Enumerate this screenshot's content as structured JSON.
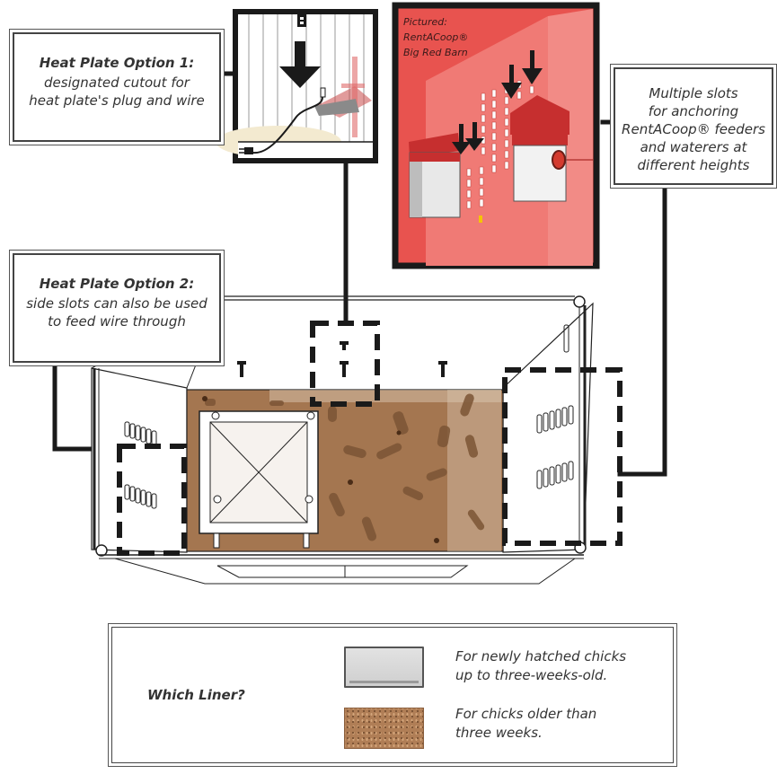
{
  "callouts": {
    "option1": {
      "title": "Heat Plate Option 1:",
      "line1": "designated cutout for",
      "line2": "heat plate's plug and wire"
    },
    "option2": {
      "title": "Heat Plate Option 2:",
      "line1": "side slots can also be used",
      "line2": "to feed wire through"
    },
    "slots": {
      "line1": "Multiple slots",
      "line2": "for anchoring",
      "line3": "RentACoop® feeders",
      "line4": "and waterers at",
      "line5": "different heights"
    }
  },
  "photo_caption": {
    "line1": "Pictured:",
    "line2": "RentACoop®",
    "line3": "Big Red Barn"
  },
  "legend": {
    "title": "Which Liner?",
    "item1": {
      "line1": "For newly hatched chicks",
      "line2": "up to three-weeks-old."
    },
    "item2": {
      "line1": "For chicks older than",
      "line2": "three weeks."
    }
  },
  "colors": {
    "barn_red": "#e8534f",
    "wood_liner": "#a47650",
    "outline": "#222222"
  },
  "icons": [
    "down-arrow-icon",
    "heat-plate-icon",
    "feeder-icon",
    "plug-icon"
  ]
}
